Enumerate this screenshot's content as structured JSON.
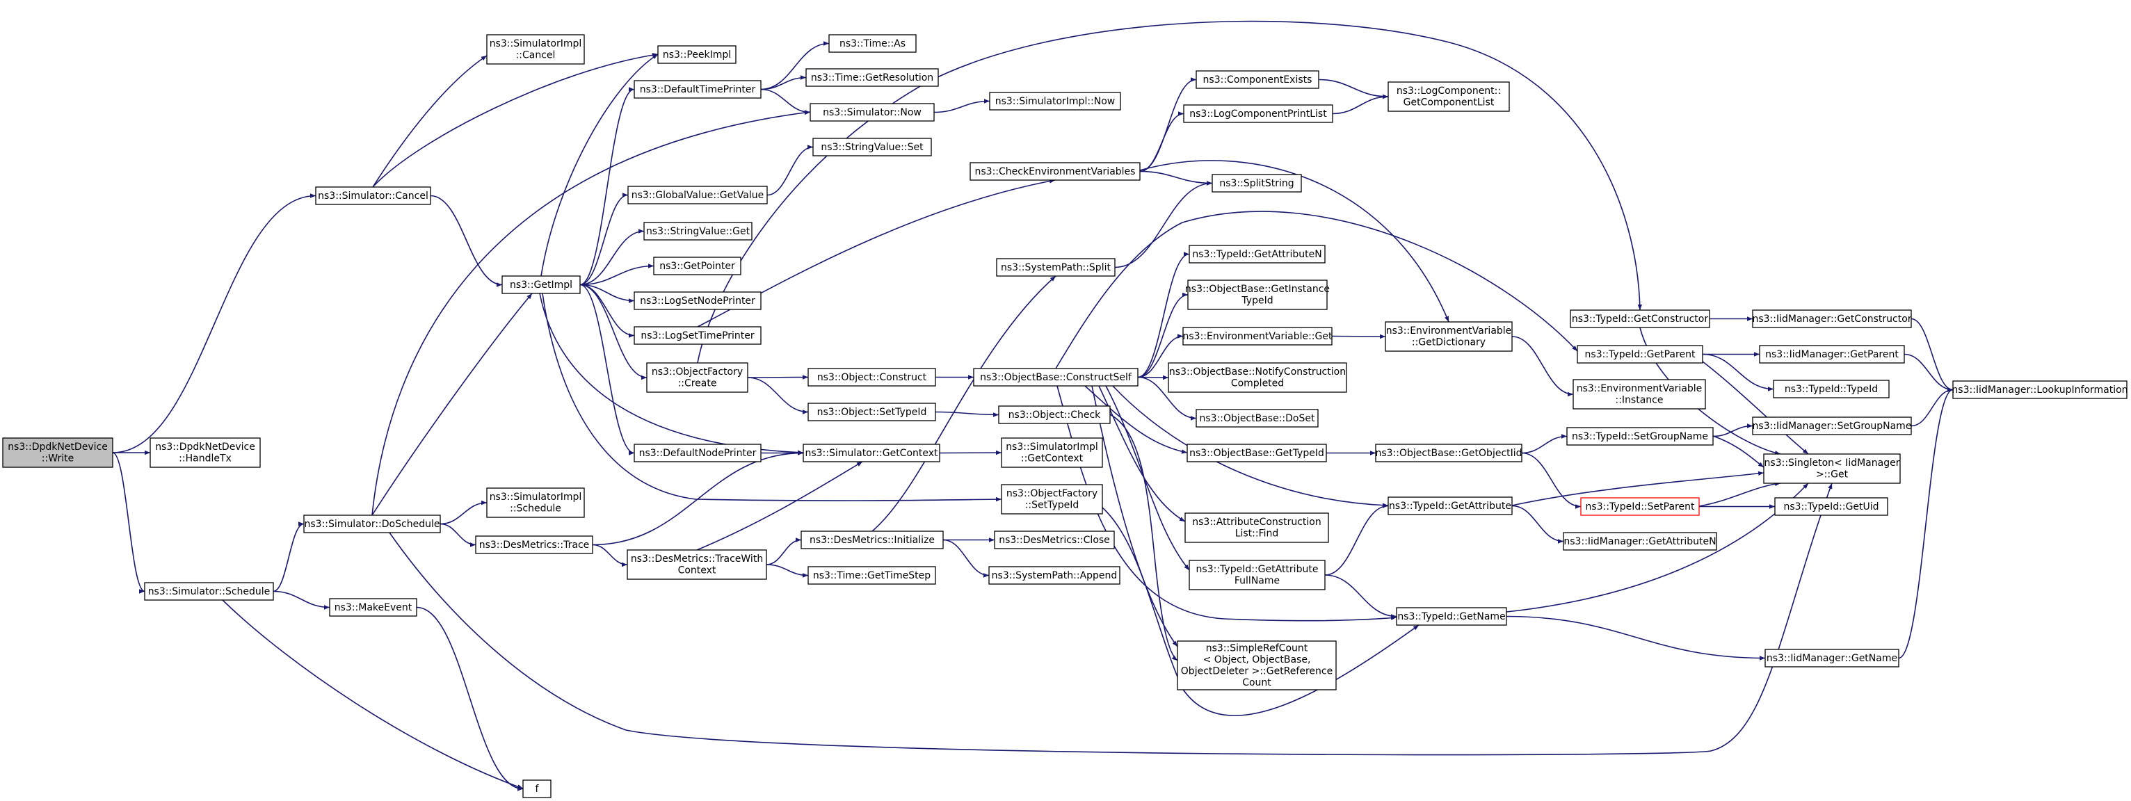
{
  "colors": {
    "edge": "#191970",
    "node_border": "#000000",
    "node_fill": "#ffffff",
    "root_fill": "#bfbfbf",
    "red_border": "#ff0000"
  },
  "nodes": [
    {
      "id": "write",
      "lines": [
        "ns3::DpdkNetDevice",
        "::Write"
      ],
      "root": true
    },
    {
      "id": "handletx",
      "lines": [
        "ns3::DpdkNetDevice",
        "::HandleTx"
      ]
    },
    {
      "id": "simcancel",
      "lines": [
        "ns3::Simulator::Cancel"
      ]
    },
    {
      "id": "simschedule",
      "lines": [
        "ns3::Simulator::Schedule"
      ]
    },
    {
      "id": "doschedule",
      "lines": [
        "ns3::Simulator::DoSchedule"
      ]
    },
    {
      "id": "makeevent",
      "lines": [
        "ns3::MakeEvent"
      ]
    },
    {
      "id": "f",
      "lines": [
        "f"
      ]
    },
    {
      "id": "simimplcancel",
      "lines": [
        "ns3::SimulatorImpl",
        "::Cancel"
      ]
    },
    {
      "id": "getimpl",
      "lines": [
        "ns3::GetImpl"
      ]
    },
    {
      "id": "simimplschedule",
      "lines": [
        "ns3::SimulatorImpl",
        "::Schedule"
      ]
    },
    {
      "id": "destrace",
      "lines": [
        "ns3::DesMetrics::Trace"
      ]
    },
    {
      "id": "peekimpl",
      "lines": [
        "ns3::PeekImpl"
      ]
    },
    {
      "id": "defaulttimeprinter",
      "lines": [
        "ns3::DefaultTimePrinter"
      ]
    },
    {
      "id": "globalvalue",
      "lines": [
        "ns3::GlobalValue::GetValue"
      ]
    },
    {
      "id": "stringvalueget",
      "lines": [
        "ns3::StringValue::Get"
      ]
    },
    {
      "id": "getpointer",
      "lines": [
        "ns3::GetPointer"
      ]
    },
    {
      "id": "logsetnodeprinter",
      "lines": [
        "ns3::LogSetNodePrinter"
      ]
    },
    {
      "id": "logsettimeprinter",
      "lines": [
        "ns3::LogSetTimePrinter"
      ]
    },
    {
      "id": "objfactorycreate",
      "lines": [
        "ns3::ObjectFactory",
        "::Create"
      ]
    },
    {
      "id": "defaultnodeprinter",
      "lines": [
        "ns3::DefaultNodePrinter"
      ]
    },
    {
      "id": "simgetcontext",
      "lines": [
        "ns3::Simulator::GetContext"
      ]
    },
    {
      "id": "tracewithcontext",
      "lines": [
        "ns3::DesMetrics::TraceWith",
        "Context"
      ]
    },
    {
      "id": "timeas",
      "lines": [
        "ns3::Time::As"
      ]
    },
    {
      "id": "timegetres",
      "lines": [
        "ns3::Time::GetResolution"
      ]
    },
    {
      "id": "simnow",
      "lines": [
        "ns3::Simulator::Now"
      ]
    },
    {
      "id": "stringvalueset",
      "lines": [
        "ns3::StringValue::Set"
      ]
    },
    {
      "id": "objconstruct",
      "lines": [
        "ns3::Object::Construct"
      ]
    },
    {
      "id": "objsettypeid",
      "lines": [
        "ns3::Object::SetTypeId"
      ]
    },
    {
      "id": "desinit",
      "lines": [
        "ns3::DesMetrics::Initialize"
      ]
    },
    {
      "id": "timegettimestep",
      "lines": [
        "ns3::Time::GetTimeStep"
      ]
    },
    {
      "id": "simimplnow",
      "lines": [
        "ns3::SimulatorImpl::Now"
      ]
    },
    {
      "id": "checkenv",
      "lines": [
        "ns3::CheckEnvironmentVariables"
      ]
    },
    {
      "id": "syspathsplit",
      "lines": [
        "ns3::SystemPath::Split"
      ]
    },
    {
      "id": "constructself",
      "lines": [
        "ns3::ObjectBase::ConstructSelf"
      ]
    },
    {
      "id": "objcheck",
      "lines": [
        "ns3::Object::Check"
      ]
    },
    {
      "id": "simimplgetcontext",
      "lines": [
        "ns3::SimulatorImpl",
        "::GetContext"
      ]
    },
    {
      "id": "objfactorysettypeid",
      "lines": [
        "ns3::ObjectFactory",
        "::SetTypeId"
      ]
    },
    {
      "id": "desclose",
      "lines": [
        "ns3::DesMetrics::Close"
      ]
    },
    {
      "id": "syspathappend",
      "lines": [
        "ns3::SystemPath::Append"
      ]
    },
    {
      "id": "compexists",
      "lines": [
        "ns3::ComponentExists"
      ]
    },
    {
      "id": "logcompprintlist",
      "lines": [
        "ns3::LogComponentPrintList"
      ]
    },
    {
      "id": "splitstring",
      "lines": [
        "ns3::SplitString"
      ]
    },
    {
      "id": "typeidgetattrn",
      "lines": [
        "ns3::TypeId::GetAttributeN"
      ]
    },
    {
      "id": "objbasegetinstance",
      "lines": [
        "ns3::ObjectBase::GetInstance",
        "TypeId"
      ]
    },
    {
      "id": "envvarget",
      "lines": [
        "ns3::EnvironmentVariable::Get"
      ]
    },
    {
      "id": "notifyconstruction",
      "lines": [
        "ns3::ObjectBase::NotifyConstruction",
        "Completed"
      ]
    },
    {
      "id": "objbasedoset",
      "lines": [
        "ns3::ObjectBase::DoSet"
      ]
    },
    {
      "id": "objbasegettypeid",
      "lines": [
        "ns3::ObjectBase::GetTypeId"
      ]
    },
    {
      "id": "attrconstructfind",
      "lines": [
        "ns3::AttributeConstruction",
        "List::Find"
      ]
    },
    {
      "id": "typeidgetattrfull",
      "lines": [
        "ns3::TypeId::GetAttribute",
        "FullName"
      ]
    },
    {
      "id": "simplerefcount",
      "lines": [
        "ns3::SimpleRefCount",
        "< Object, ObjectBase,",
        "ObjectDeleter >::GetReference",
        "Count"
      ]
    },
    {
      "id": "logcompgetlist",
      "lines": [
        "ns3::LogComponent::",
        "GetComponentList"
      ]
    },
    {
      "id": "envvargetdict",
      "lines": [
        "ns3::EnvironmentVariable",
        "::GetDictionary"
      ]
    },
    {
      "id": "objbasegetobjectiid",
      "lines": [
        "ns3::ObjectBase::GetObjectIid"
      ]
    },
    {
      "id": "typeidgetattribute",
      "lines": [
        "ns3::TypeId::GetAttribute"
      ]
    },
    {
      "id": "typeidgetname",
      "lines": [
        "ns3::TypeId::GetName"
      ]
    },
    {
      "id": "typeidgetconstructor",
      "lines": [
        "ns3::TypeId::GetConstructor"
      ]
    },
    {
      "id": "typeidgetparent",
      "lines": [
        "ns3::TypeId::GetParent"
      ]
    },
    {
      "id": "envvarinstance",
      "lines": [
        "ns3::EnvironmentVariable",
        "::Instance"
      ]
    },
    {
      "id": "typeidsetgroupname",
      "lines": [
        "ns3::TypeId::SetGroupName"
      ]
    },
    {
      "id": "typeidsetparent",
      "lines": [
        "ns3::TypeId::SetParent"
      ],
      "red": true
    },
    {
      "id": "iidgetattrn",
      "lines": [
        "ns3::IidManager::GetAttributeN"
      ]
    },
    {
      "id": "iidgetconstructor",
      "lines": [
        "ns3::IidManager::GetConstructor"
      ]
    },
    {
      "id": "iidgetparent",
      "lines": [
        "ns3::IidManager::GetParent"
      ]
    },
    {
      "id": "typeidtypeid",
      "lines": [
        "ns3::TypeId::TypeId"
      ]
    },
    {
      "id": "iidsetgroupname",
      "lines": [
        "ns3::IidManager::SetGroupName"
      ]
    },
    {
      "id": "singletonget",
      "lines": [
        "ns3::Singleton< IidManager",
        "  >::Get"
      ]
    },
    {
      "id": "typeidgetuid",
      "lines": [
        "ns3::TypeId::GetUid"
      ]
    },
    {
      "id": "iidgetname",
      "lines": [
        "ns3::IidManager::GetName"
      ]
    },
    {
      "id": "iidlookup",
      "lines": [
        "ns3::IidManager::LookupInformation"
      ]
    }
  ],
  "edges": [
    [
      "write",
      "handletx"
    ],
    [
      "write",
      "simcancel"
    ],
    [
      "write",
      "simschedule"
    ],
    [
      "simcancel",
      "simimplcancel"
    ],
    [
      "simcancel",
      "peekimpl"
    ],
    [
      "simcancel",
      "getimpl"
    ],
    [
      "simschedule",
      "doschedule"
    ],
    [
      "simschedule",
      "makeevent"
    ],
    [
      "simschedule",
      "f"
    ],
    [
      "doschedule",
      "getimpl"
    ],
    [
      "doschedule",
      "simnow"
    ],
    [
      "doschedule",
      "simimplschedule"
    ],
    [
      "doschedule",
      "destrace"
    ],
    [
      "doschedule",
      "singletonget"
    ],
    [
      "makeevent",
      "f"
    ],
    [
      "getimpl",
      "peekimpl"
    ],
    [
      "getimpl",
      "defaulttimeprinter"
    ],
    [
      "getimpl",
      "globalvalue"
    ],
    [
      "getimpl",
      "stringvalueget"
    ],
    [
      "getimpl",
      "getpointer"
    ],
    [
      "getimpl",
      "logsetnodeprinter"
    ],
    [
      "getimpl",
      "logsettimeprinter"
    ],
    [
      "getimpl",
      "objfactorycreate"
    ],
    [
      "getimpl",
      "defaultnodeprinter"
    ],
    [
      "getimpl",
      "simgetcontext"
    ],
    [
      "getimpl",
      "objfactorysettypeid"
    ],
    [
      "defaulttimeprinter",
      "timeas"
    ],
    [
      "defaulttimeprinter",
      "timegetres"
    ],
    [
      "defaulttimeprinter",
      "simnow"
    ],
    [
      "simnow",
      "simimplnow"
    ],
    [
      "globalvalue",
      "stringvalueset"
    ],
    [
      "logsettimeprinter",
      "checkenv"
    ],
    [
      "objfactorycreate",
      "typeidgetconstructor"
    ],
    [
      "objfactorycreate",
      "objconstruct"
    ],
    [
      "objfactorycreate",
      "objsettypeid"
    ],
    [
      "defaultnodeprinter",
      "simgetcontext"
    ],
    [
      "simgetcontext",
      "simimplgetcontext"
    ],
    [
      "destrace",
      "simgetcontext"
    ],
    [
      "destrace",
      "tracewithcontext"
    ],
    [
      "tracewithcontext",
      "simgetcontext"
    ],
    [
      "tracewithcontext",
      "desinit"
    ],
    [
      "tracewithcontext",
      "timegettimestep"
    ],
    [
      "desinit",
      "syspathsplit"
    ],
    [
      "desinit",
      "desclose"
    ],
    [
      "desinit",
      "syspathappend"
    ],
    [
      "objconstruct",
      "constructself"
    ],
    [
      "objsettypeid",
      "objcheck"
    ],
    [
      "objcheck",
      "simplerefcount"
    ],
    [
      "objfactorysettypeid",
      "typeidgetname"
    ],
    [
      "syspathsplit",
      "splitstring"
    ],
    [
      "checkenv",
      "compexists"
    ],
    [
      "checkenv",
      "logcompprintlist"
    ],
    [
      "checkenv",
      "splitstring"
    ],
    [
      "checkenv",
      "envvargetdict"
    ],
    [
      "compexists",
      "logcompgetlist"
    ],
    [
      "logcompprintlist",
      "logcompgetlist"
    ],
    [
      "constructself",
      "typeidgetattrn"
    ],
    [
      "constructself",
      "objbasegetinstance"
    ],
    [
      "constructself",
      "envvarget"
    ],
    [
      "constructself",
      "notifyconstruction"
    ],
    [
      "constructself",
      "objbasedoset"
    ],
    [
      "constructself",
      "objbasegettypeid"
    ],
    [
      "constructself",
      "attrconstructfind"
    ],
    [
      "constructself",
      "typeidgetattrfull"
    ],
    [
      "constructself",
      "simplerefcount"
    ],
    [
      "constructself",
      "typeidgetattribute"
    ],
    [
      "constructself",
      "typeidgetname"
    ],
    [
      "constructself",
      "typeidgetparent"
    ],
    [
      "envvarget",
      "envvargetdict"
    ],
    [
      "envvargetdict",
      "envvarinstance"
    ],
    [
      "objbasegettypeid",
      "objbasegetobjectiid"
    ],
    [
      "objbasegetobjectiid",
      "typeidsetgroupname"
    ],
    [
      "objbasegetobjectiid",
      "typeidsetparent"
    ],
    [
      "typeidgetattrfull",
      "typeidgetattribute"
    ],
    [
      "typeidgetattrfull",
      "typeidgetname"
    ],
    [
      "typeidgetattribute",
      "singletonget"
    ],
    [
      "typeidgetattribute",
      "iidgetattrn"
    ],
    [
      "typeidgetname",
      "singletonget"
    ],
    [
      "typeidgetname",
      "iidgetname"
    ],
    [
      "typeidgetconstructor",
      "iidgetconstructor"
    ],
    [
      "typeidgetconstructor",
      "singletonget"
    ],
    [
      "typeidgetparent",
      "iidgetparent"
    ],
    [
      "typeidgetparent",
      "typeidtypeid"
    ],
    [
      "typeidgetparent",
      "singletonget"
    ],
    [
      "typeidsetgroupname",
      "iidsetgroupname"
    ],
    [
      "typeidsetgroupname",
      "singletonget"
    ],
    [
      "typeidsetparent",
      "singletonget"
    ],
    [
      "typeidsetparent",
      "typeidgetuid"
    ],
    [
      "iidgetconstructor",
      "iidlookup"
    ],
    [
      "iidgetparent",
      "iidlookup"
    ],
    [
      "iidsetgroupname",
      "iidlookup"
    ],
    [
      "iidgetname",
      "iidlookup"
    ]
  ]
}
